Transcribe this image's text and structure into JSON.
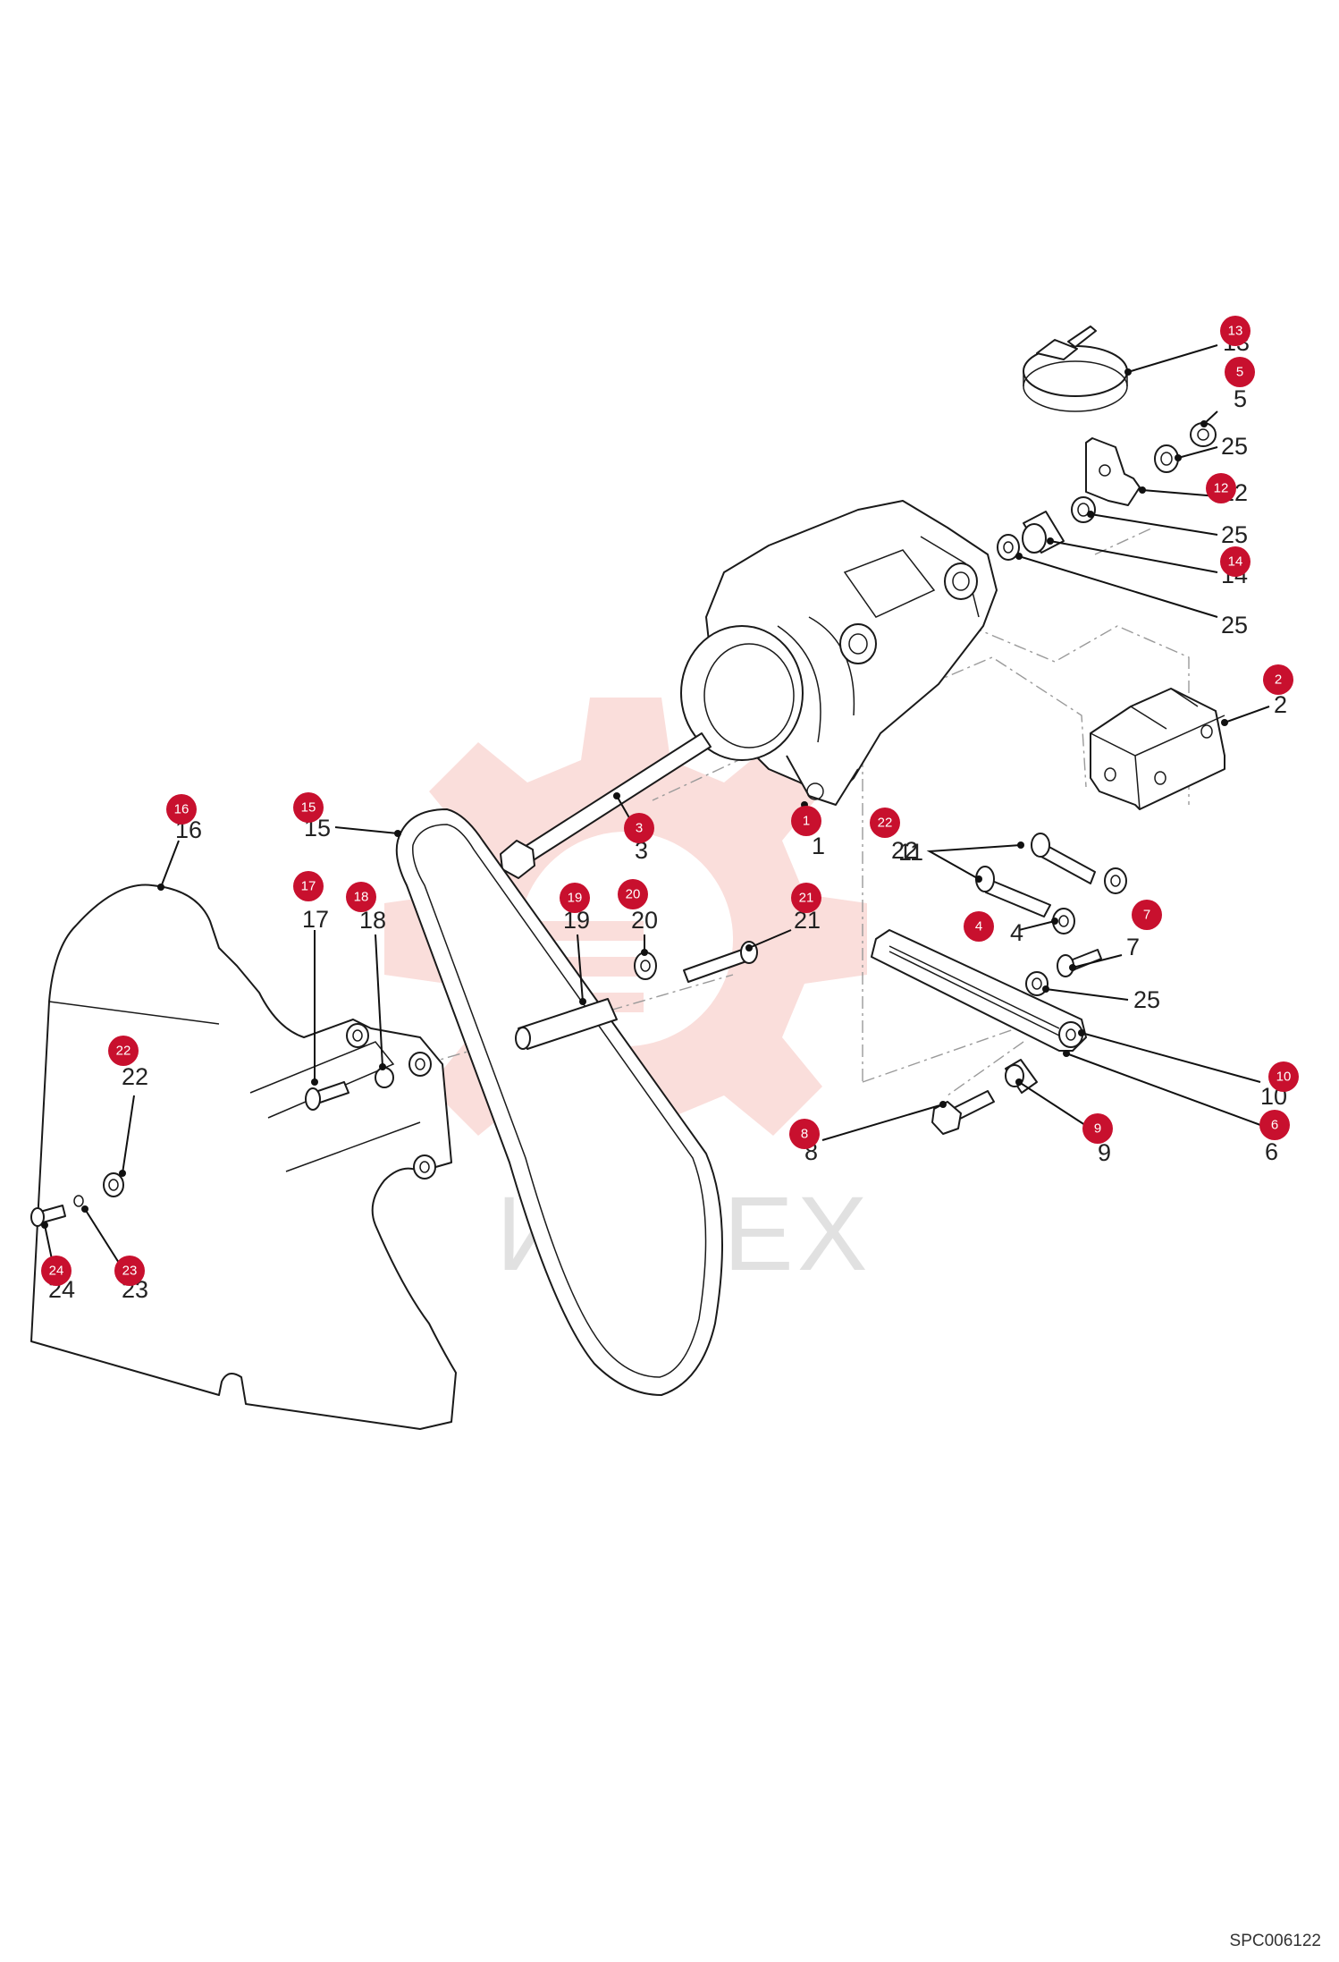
{
  "drawing_code": "SPC006122",
  "watermark_text": "ИНТЕХ",
  "badge_color": "#c8102e",
  "labels": [
    {
      "id": "13",
      "text": "13"
    },
    {
      "id": "5",
      "text": "5"
    },
    {
      "id": "25a",
      "text": "25"
    },
    {
      "id": "12",
      "text": "12"
    },
    {
      "id": "25b",
      "text": "25"
    },
    {
      "id": "14",
      "text": "14"
    },
    {
      "id": "25c",
      "text": "25"
    },
    {
      "id": "2",
      "text": "2"
    },
    {
      "id": "1",
      "text": "1"
    },
    {
      "id": "3",
      "text": "3"
    },
    {
      "id": "11",
      "text": "11"
    },
    {
      "id": "4",
      "text": "4"
    },
    {
      "id": "7",
      "text": "7"
    },
    {
      "id": "25d",
      "text": "25"
    },
    {
      "id": "10",
      "text": "10"
    },
    {
      "id": "6",
      "text": "6"
    },
    {
      "id": "9",
      "text": "9"
    },
    {
      "id": "8",
      "text": "8"
    },
    {
      "id": "15",
      "text": "15"
    },
    {
      "id": "16",
      "text": "16"
    },
    {
      "id": "17",
      "text": "17"
    },
    {
      "id": "18",
      "text": "18"
    },
    {
      "id": "19",
      "text": "19"
    },
    {
      "id": "20",
      "text": "20"
    },
    {
      "id": "21",
      "text": "21"
    },
    {
      "id": "22a",
      "text": "22"
    },
    {
      "id": "22b",
      "text": "22"
    },
    {
      "id": "24",
      "text": "24"
    },
    {
      "id": "23",
      "text": "23"
    }
  ]
}
